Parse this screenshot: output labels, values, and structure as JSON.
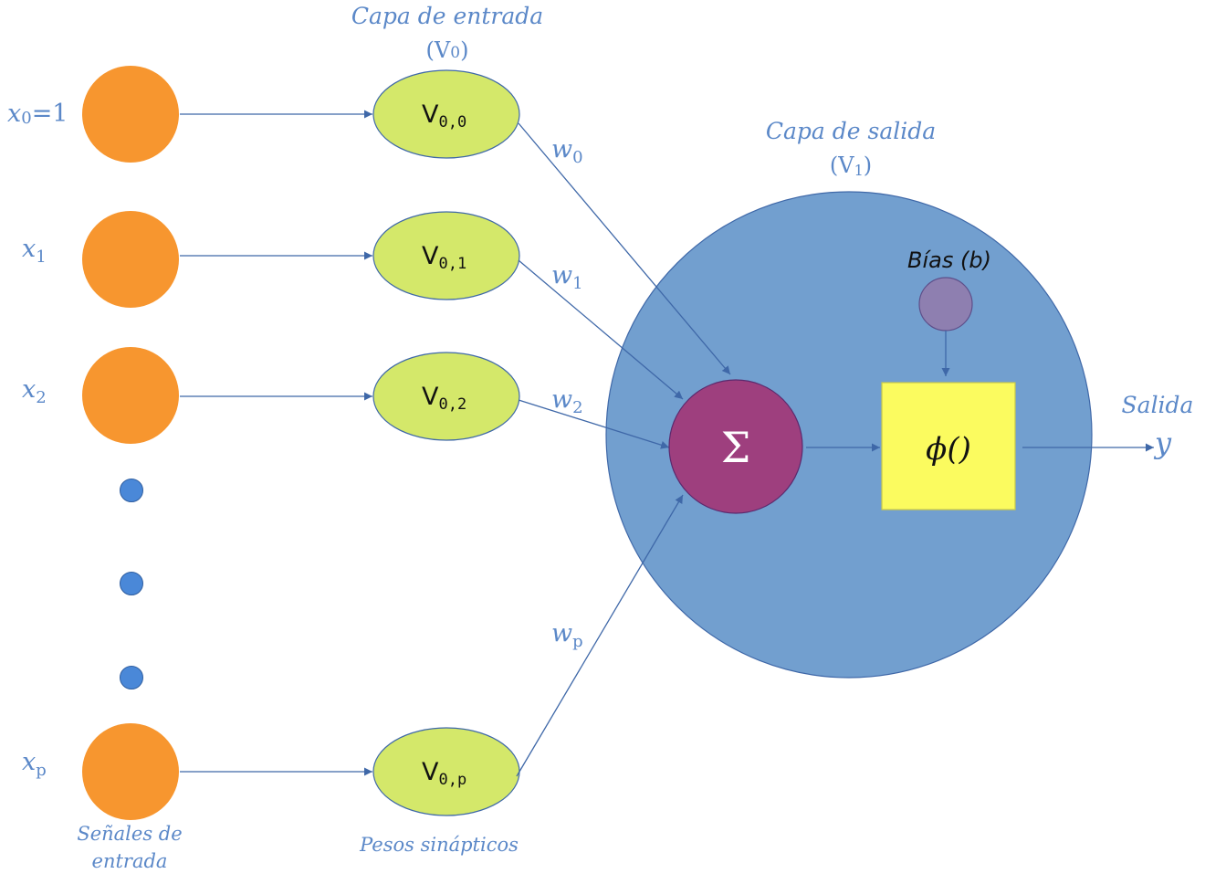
{
  "titles": {
    "input_layer_title": "Capa de entrada",
    "input_layer_sym": "(V",
    "input_layer_sub": "0",
    "input_layer_close": ")",
    "output_layer_title": "Capa de salida",
    "output_layer_sym": "(V",
    "output_layer_sub": "1",
    "output_layer_close": ")"
  },
  "captions": {
    "input_signals_line1": "Señales de",
    "input_signals_line2": "entrada",
    "synaptic_weights": "Pesos sinápticos",
    "output_label": "Salida",
    "output_symbol": "y",
    "bias_label": "Bías (b)",
    "sum_symbol": "Σ",
    "activation_symbol": "ϕ()"
  },
  "inputs": [
    {
      "var": "x",
      "sub": "0",
      "suffix": "=1"
    },
    {
      "var": "x",
      "sub": "1",
      "suffix": ""
    },
    {
      "var": "x",
      "sub": "2",
      "suffix": ""
    },
    {
      "var": "x",
      "sub": "p",
      "suffix": ""
    }
  ],
  "input_nodes": [
    {
      "base": "V",
      "sub": "0,0"
    },
    {
      "base": "V",
      "sub": "0,1"
    },
    {
      "base": "V",
      "sub": "0,2"
    },
    {
      "base": "V",
      "sub": "0,p"
    }
  ],
  "weights": [
    {
      "var": "w",
      "sub": "0"
    },
    {
      "var": "w",
      "sub": "1"
    },
    {
      "var": "w",
      "sub": "2"
    },
    {
      "var": "w",
      "sub": "p"
    }
  ],
  "colors": {
    "signal_fill": "#f7962f",
    "dot_fill": "#4a88d8",
    "input_node_fill": "#d4e86a",
    "output_layer_fill": "#729fcf",
    "sum_fill": "#9e3f7e",
    "bias_fill": "#8e7fb0",
    "activation_fill": "#fbfb5f",
    "label_blue": "#5b88c8",
    "line_color": "#3f68a8"
  }
}
